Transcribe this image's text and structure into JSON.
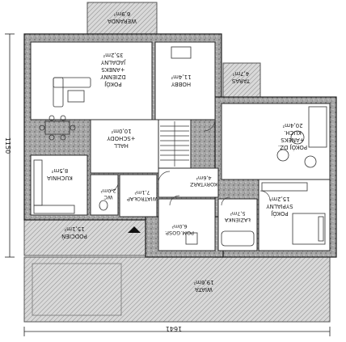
{
  "plan": {
    "dimensions": {
      "width_bottom": "1641",
      "height_left": "1150"
    },
    "rooms": {
      "weranda": {
        "name": "WERANDA",
        "area": "6,9m²"
      },
      "pokoj_dzienny": {
        "l1": "POKÓJ",
        "l2": "DZIENNY",
        "l3": "+ANEKS",
        "l4": "JADALNY",
        "area": "35,2m²"
      },
      "hobby": {
        "name": "HOBBY",
        "area": "11,4m²"
      },
      "taras": {
        "name": "TARAS",
        "area": "4,7m²"
      },
      "hall": {
        "l1": "HALL",
        "l2": "+SCHODY",
        "area": "10,0m²"
      },
      "pokoj_dz": {
        "l1": "POKÓJ DZ.",
        "l2": "+ANEKS",
        "l3": "KUCH.",
        "area": "20,4m²"
      },
      "kuchnia": {
        "name": "KUCHNIA",
        "area": "8,5m²"
      },
      "wc": {
        "name": "WC",
        "area": "2,0m²"
      },
      "wiatrolap": {
        "name": "WIATROŁAP",
        "area": "7,1m²"
      },
      "korytarz": {
        "name": "KORYTARZ",
        "area": "4,6m²"
      },
      "sypialnia": {
        "l1": "POKÓJ",
        "l2": "SYPIALNY",
        "area": "15,2m²"
      },
      "pom_gosp": {
        "name": "POM.GOSP.",
        "area": "6,0m²"
      },
      "lazienka": {
        "name": "ŁAZIENKA",
        "area": "5,7m²"
      },
      "podcien": {
        "name": "PODCIEŃ",
        "area": "15,1m²"
      },
      "wiata": {
        "name": "WIATA",
        "area": "19,6m²"
      }
    },
    "colors": {
      "wall": "#2b2b2b",
      "hatch": "#8e8e8e",
      "floor": "#ffffff",
      "canopy": "#cfcfcf"
    }
  }
}
